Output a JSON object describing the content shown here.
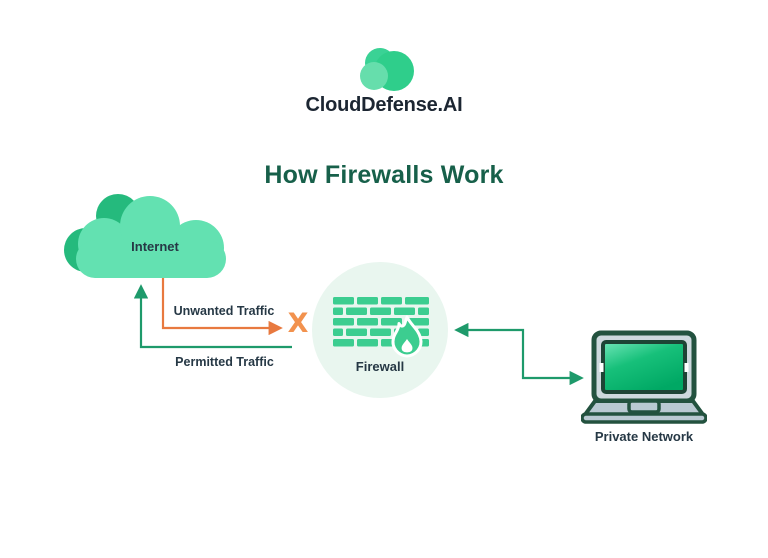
{
  "brand": {
    "name": "CloudDefense.AI"
  },
  "title": "How Firewalls Work",
  "diagram": {
    "internet": {
      "label": "Internet"
    },
    "firewall": {
      "label": "Firewall"
    },
    "private_network": {
      "label": "Private Network"
    },
    "unwanted_traffic": {
      "label": "Unwanted Traffic",
      "marker": "X"
    },
    "permitted_traffic": {
      "label": "Permitted Traffic"
    }
  },
  "colors": {
    "mint": "#63E1B1",
    "mint_dark": "#25BA7D",
    "brand_cloud": "#2FCE8B",
    "brand_cloud_mid": "#3AD295",
    "brand_cloud_light": "#66DEAC",
    "brand_text": "#1C2632",
    "title_green": "#17604A",
    "label_navy": "#263845",
    "orange": "#E8793F",
    "orange_x": "#F2924E",
    "green_arrow": "#1E9A6B",
    "firewall_bg": "#E9F6EF",
    "brick_green": "#3CCD90",
    "laptop_outline": "#23523F",
    "laptop_screen_border": "#1D4435",
    "laptop_gray": "#CDD8DD",
    "laptop_base_gray": "#B9C9D2",
    "screen_light": "#6FE6B8",
    "screen_dark": "#00A864"
  }
}
